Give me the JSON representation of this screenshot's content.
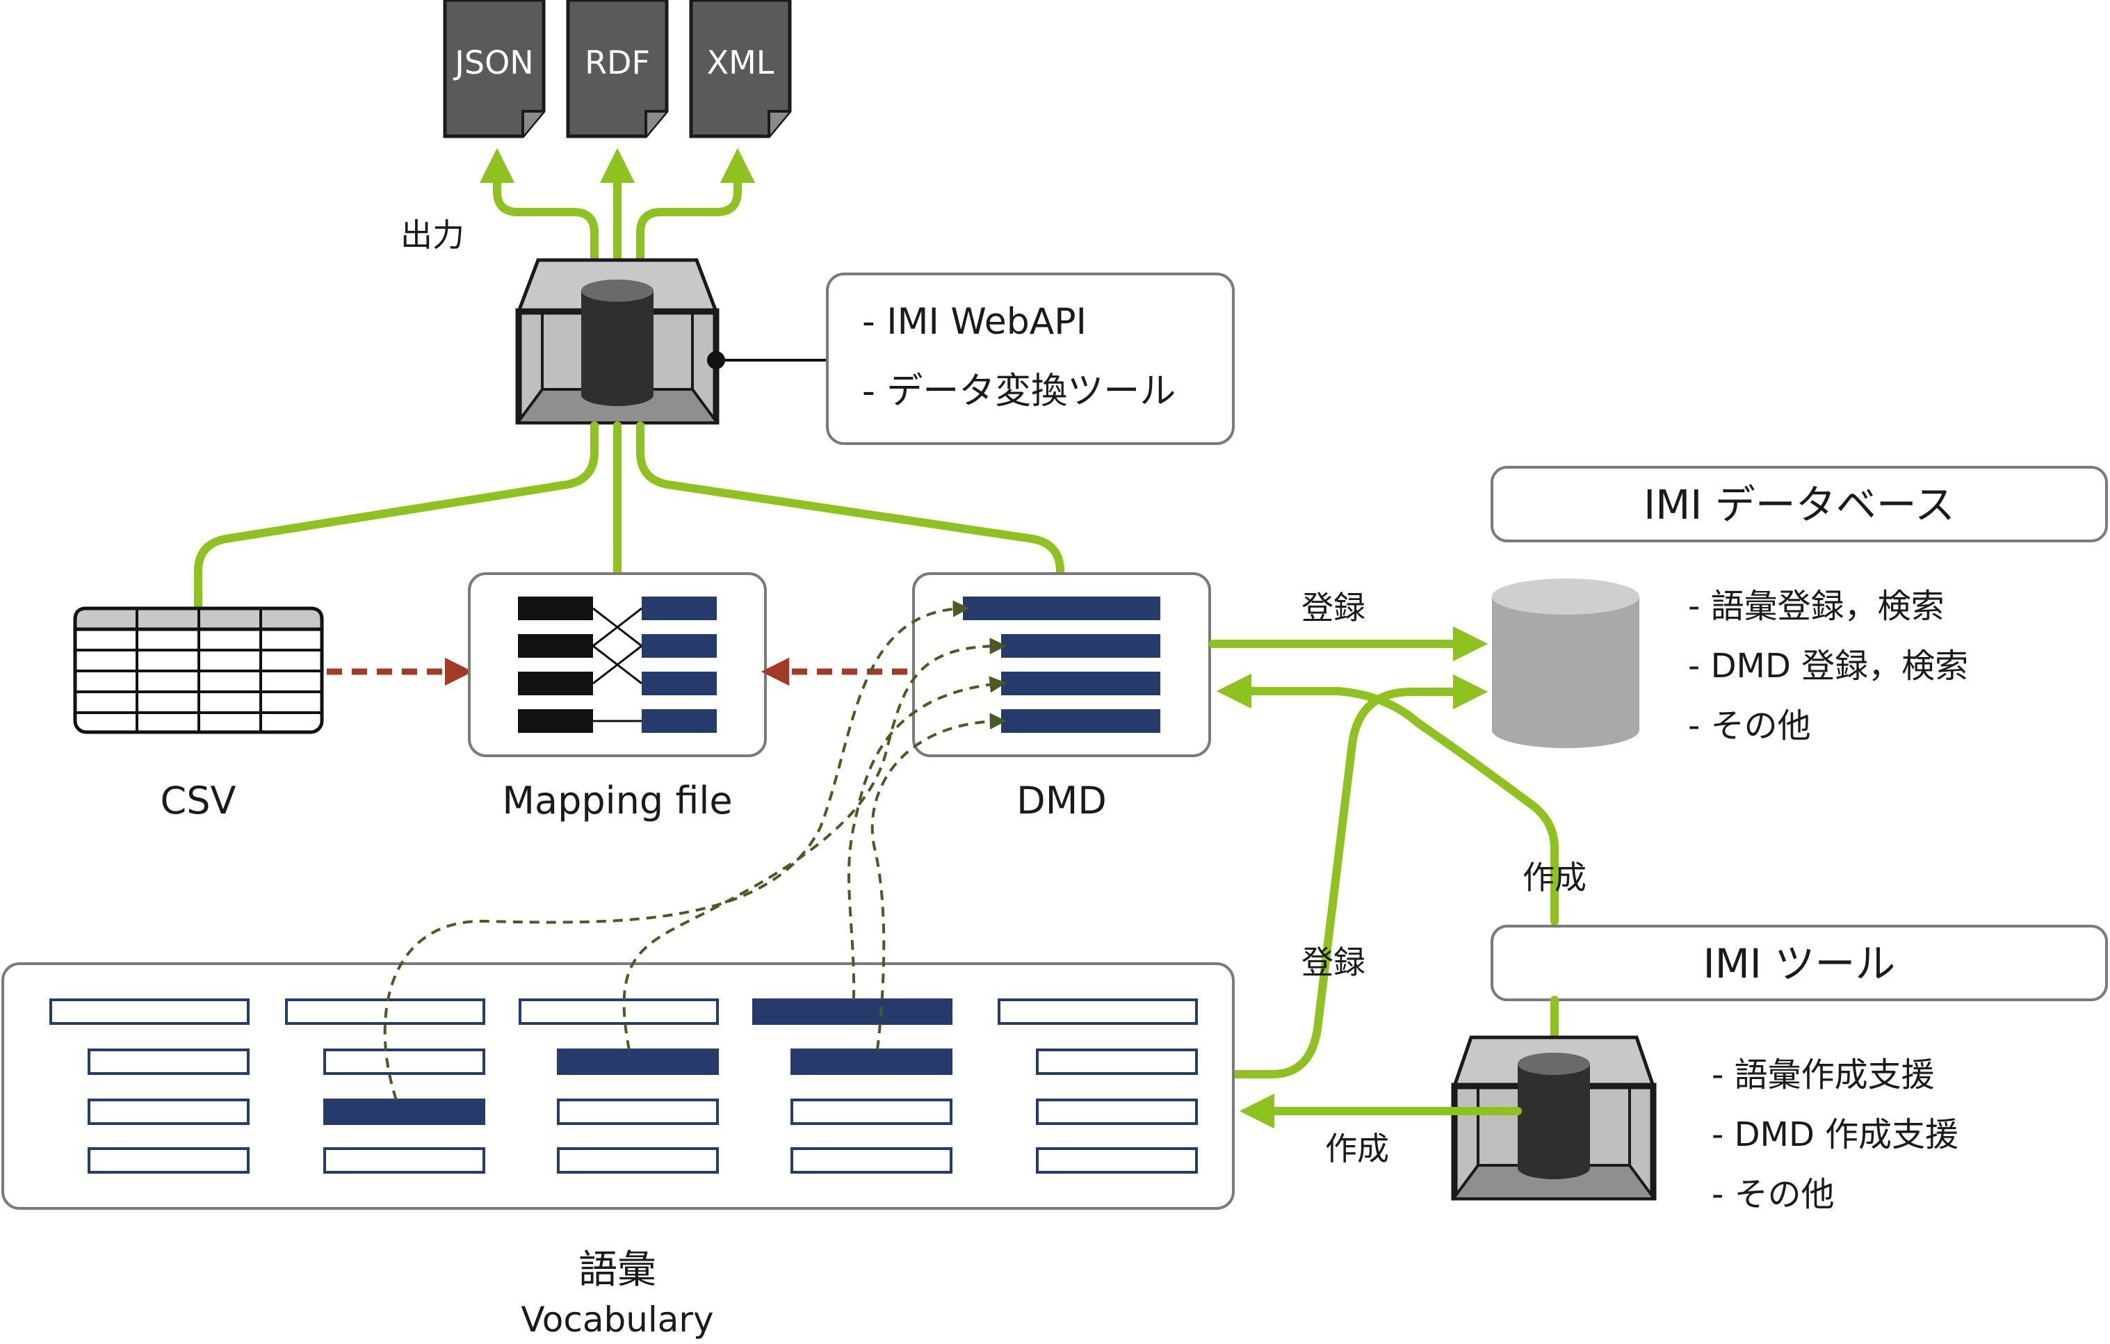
{
  "outputs": [
    "JSON",
    "RDF",
    "XML"
  ],
  "labels": {
    "output": "出力",
    "csv": "CSV",
    "mapping": "Mapping file",
    "dmd": "DMD",
    "register_top": "登録",
    "register_bottom": "登録",
    "create_right": "作成",
    "create_bottom": "作成",
    "vocab_ja": "語彙",
    "vocab_en": "Vocabulary"
  },
  "api_box": {
    "line1": "- IMI WebAPI",
    "line2": "- データ変換ツール"
  },
  "database": {
    "title": "IMI データベース",
    "items": [
      "- 語彙登録，検索",
      "- DMD 登録，検索",
      "- その他"
    ]
  },
  "tool": {
    "title": "IMI ツール",
    "items": [
      "- 語彙作成支援",
      "- DMD 作成支援",
      "- その他"
    ]
  },
  "colors": {
    "green_arrow": "#8dc21f",
    "brown_dashed": "#a23a26",
    "olive_dashed": "#4b5a22",
    "navy": "#243b6b",
    "doc_gray": "#5a5a5a"
  }
}
